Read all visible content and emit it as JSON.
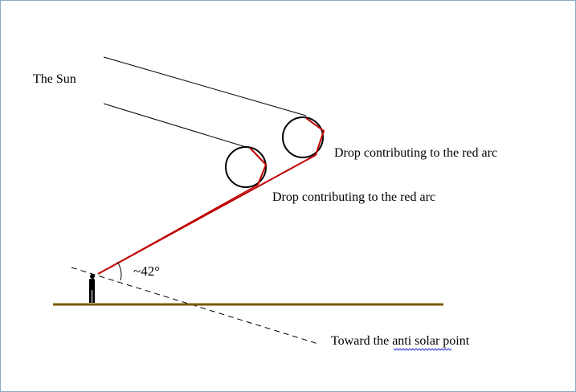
{
  "labels": {
    "sun": "The Sun",
    "drop_upper": "Drop contributing to the red arc",
    "drop_lower": "Drop contributing to the red arc",
    "angle": "~42°",
    "anti_solar_prefix": "Toward the ",
    "anti_solar_word": "anti solar",
    "anti_solar_suffix": " point"
  },
  "colors": {
    "sun_rays": "#000000",
    "red_ray": "#c00000",
    "ground": "#7a5a00",
    "anti_solar_line": "#000000",
    "spellcheck_underline": "#2b3fd6",
    "frame_border": "#8eaacb"
  },
  "angle_degrees": 42,
  "icons": {
    "observer": "person-silhouette-icon"
  }
}
